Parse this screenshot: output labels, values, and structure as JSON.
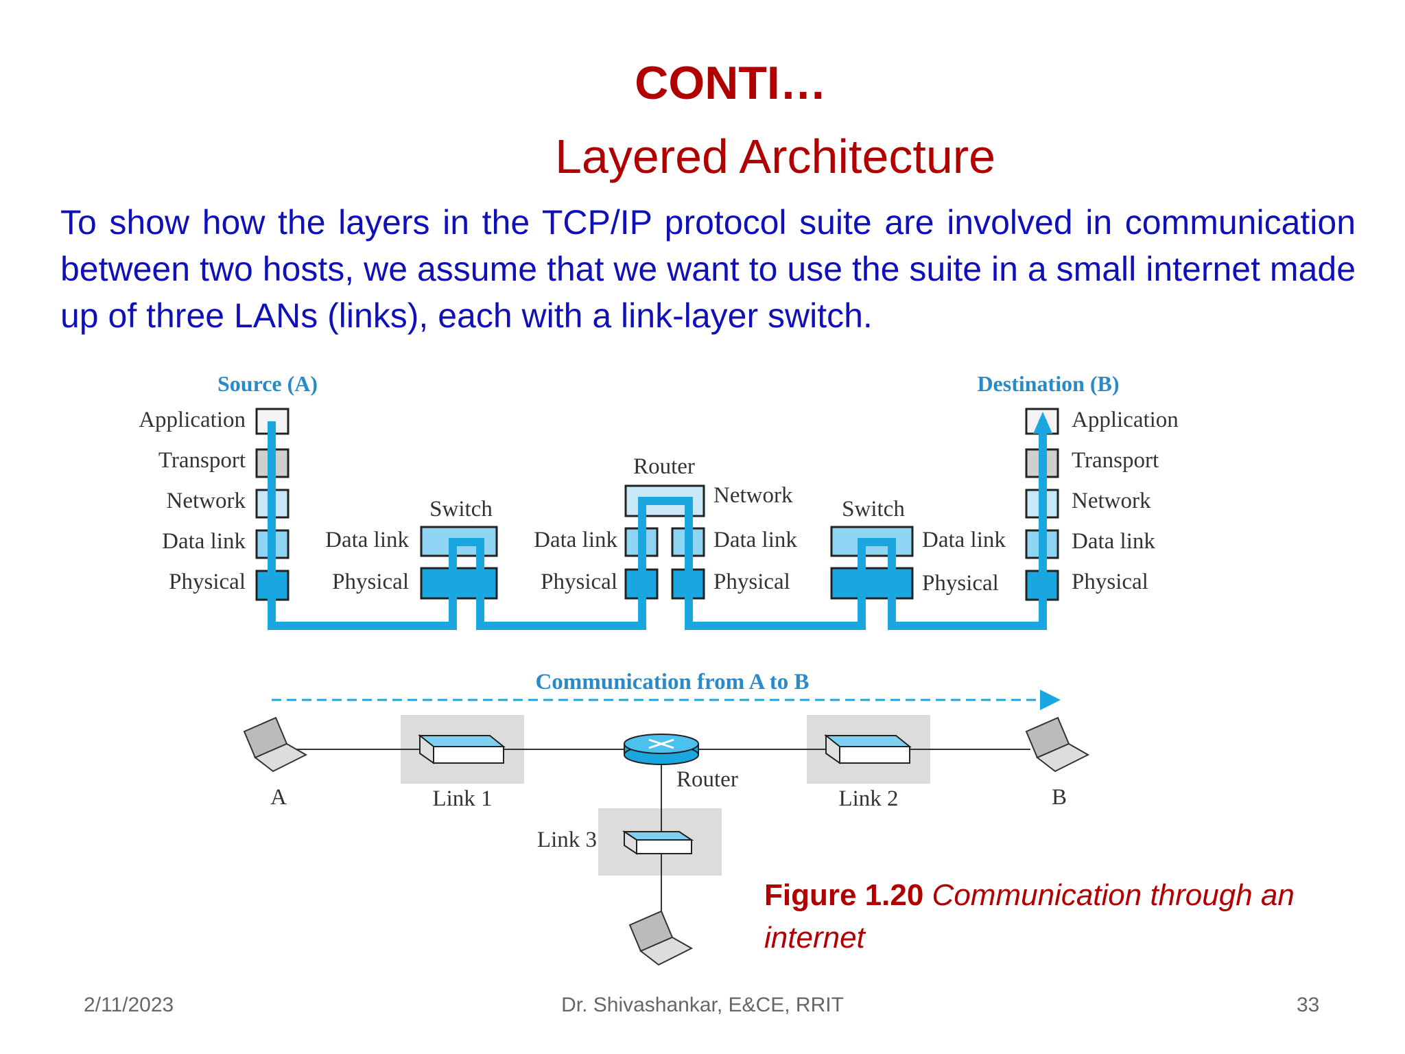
{
  "slide": {
    "title": "CONTI…",
    "subtitle": "Layered Architecture",
    "paragraph": "To show how the layers in the TCP/IP protocol suite are involved in communication between two hosts, we assume that we want to use the suite in a small internet made up of three LANs (links), each with a link-layer switch."
  },
  "figure": {
    "source_label": "Source (A)",
    "destination_label": "Destination (B)",
    "layers": [
      "Application",
      "Transport",
      "Network",
      "Data link",
      "Physical"
    ],
    "switch_label": "Switch",
    "router_label": "Router",
    "comm_label": "Communication from A to B",
    "nodes": {
      "a": "A",
      "b": "B",
      "link1": "Link 1",
      "link2": "Link 2",
      "link3": "Link 3",
      "router": "Router"
    },
    "caption_number": "Figure 1.20",
    "caption_text": "Communication through an internet"
  },
  "footer": {
    "date": "2/11/2023",
    "author": "Dr. Shivashankar, E&CE, RRIT",
    "page": "33"
  },
  "colors": {
    "title_red": "#b00000",
    "text_blue": "#1010b8",
    "diagram_blue": "#1aa7e0",
    "diagram_label_blue": "#2a8ac8"
  }
}
